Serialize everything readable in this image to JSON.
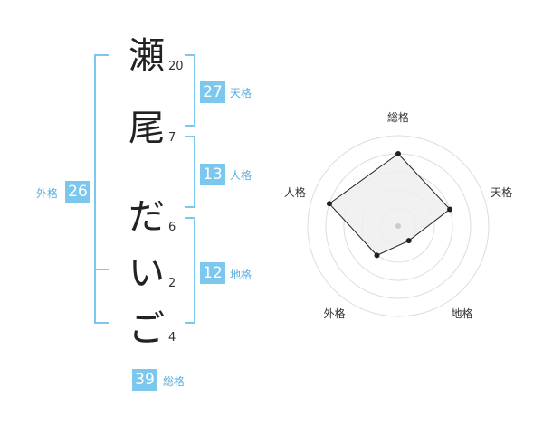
{
  "name": {
    "chars": [
      {
        "char": "瀬",
        "strokes": "20"
      },
      {
        "char": "尾",
        "strokes": "7"
      },
      {
        "char": "だ",
        "strokes": "6"
      },
      {
        "char": "い",
        "strokes": "2"
      },
      {
        "char": "ご",
        "strokes": "4"
      }
    ]
  },
  "kaku": {
    "tenkaku": {
      "label": "天格",
      "value": "27"
    },
    "jinkaku": {
      "label": "人格",
      "value": "13"
    },
    "chikaku": {
      "label": "地格",
      "value": "12"
    },
    "gaikaku": {
      "label": "外格",
      "value": "26"
    },
    "soukaku": {
      "label": "総格",
      "value": "39"
    }
  },
  "chart_data": {
    "type": "radar",
    "axes": [
      "総格",
      "天格",
      "地格",
      "外格",
      "人格"
    ],
    "values": [
      4,
      3,
      1,
      2,
      4
    ],
    "max": 5,
    "rings": 5,
    "colors": {
      "fill": "#efefef",
      "stroke": "#222222",
      "ring": "#dddddd",
      "center": "#cccccc"
    }
  }
}
